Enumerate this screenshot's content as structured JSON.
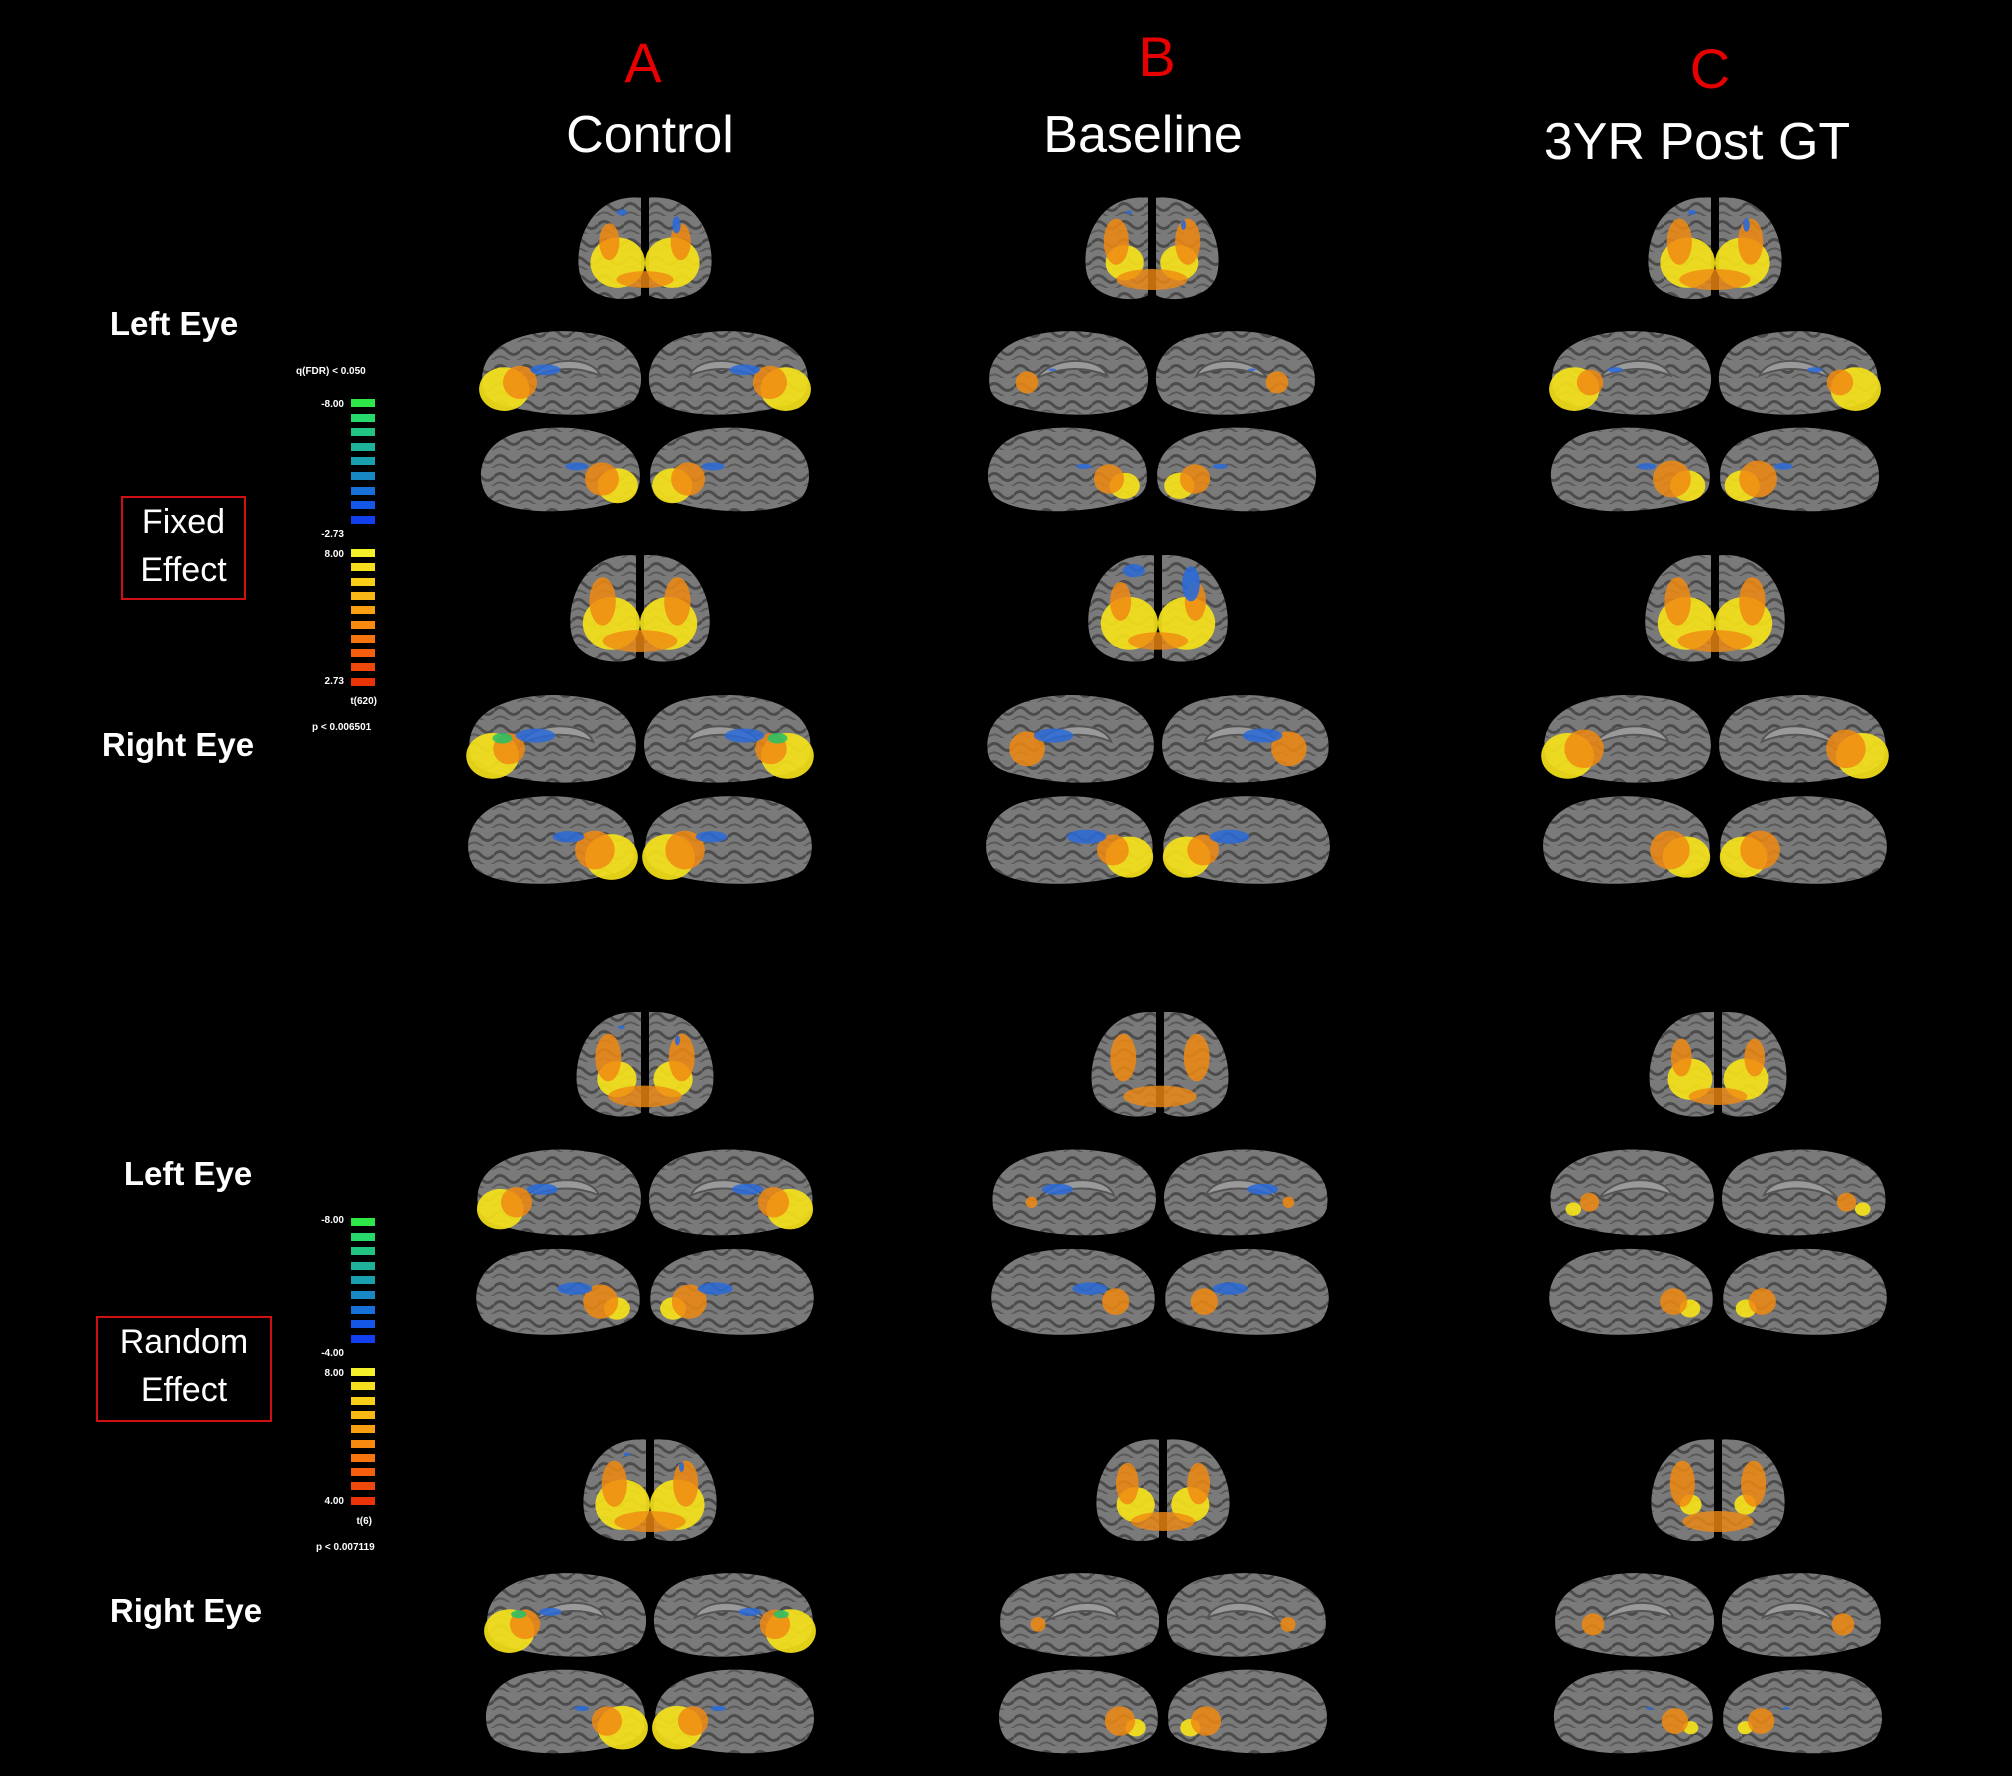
{
  "columns": [
    {
      "letter": "A",
      "title": "Control"
    },
    {
      "letter": "B",
      "title": "Baseline"
    },
    {
      "letter": "C",
      "title": "3YR Post GT"
    }
  ],
  "rows": {
    "left_eye": "Left Eye",
    "right_eye": "Right Eye"
  },
  "sections": [
    {
      "effect_label_line1": "Fixed",
      "effect_label_line2": "Effect",
      "colorbar": {
        "header": "q(FDR) < 0.050",
        "neg_max": "-8.00",
        "neg_min": "-2.73",
        "pos_max": "8.00",
        "pos_min": "2.73",
        "stat": "t(620)",
        "p_value": "p < 0.006501"
      }
    },
    {
      "effect_label_line1": "Random",
      "effect_label_line2": "Effect",
      "colorbar": {
        "header": "",
        "neg_max": "-8.00",
        "neg_min": "-4.00",
        "pos_max": "8.00",
        "pos_min": "4.00",
        "stat": "t(6)",
        "p_value": "p < 0.007119"
      }
    }
  ],
  "colors": {
    "title_letter": "#e60000",
    "box_border": "#d01010",
    "brain_gray": "#777777",
    "activation_yellow": "#f5e21a",
    "activation_orange": "#f08a12",
    "activation_blue": "#2a6ad8",
    "activation_green": "#22c06a"
  },
  "colorbar_negative": [
    "#2ee84a",
    "#27d96a",
    "#22c482",
    "#1fb29a",
    "#1a9fae",
    "#1888c4",
    "#1670d8",
    "#1456e6",
    "#1240ef"
  ],
  "colorbar_positive": [
    "#f4f02a",
    "#f6e01e",
    "#f8cd18",
    "#f9b814",
    "#fa9f12",
    "#f98a10",
    "#f8740e",
    "#f55e0c",
    "#f0480a",
    "#ea3408"
  ]
}
